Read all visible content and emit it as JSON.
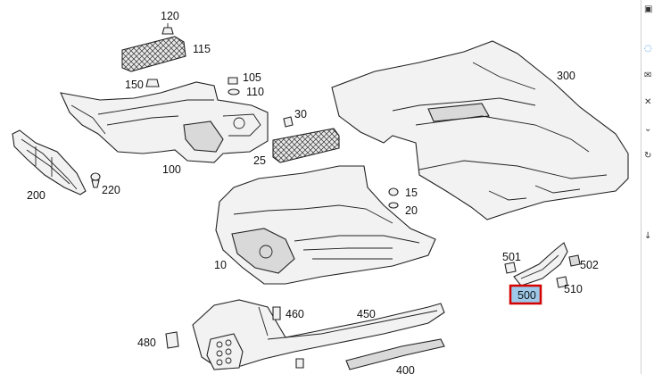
{
  "diagram": {
    "labels": {
      "p10": "10",
      "p15": "15",
      "p20": "20",
      "p25": "25",
      "p30": "30",
      "p100": "100",
      "p105": "105",
      "p110": "110",
      "p115": "115",
      "p120": "120",
      "p150": "150",
      "p200": "200",
      "p220": "220",
      "p300": "300",
      "p400": "400",
      "p450": "450",
      "p460": "460",
      "p480": "480",
      "p500": "500",
      "p501": "501",
      "p502": "502",
      "p510": "510"
    },
    "highlighted_part": "500",
    "highlight_color": "#9ec9e8",
    "highlight_border_color": "#d40000"
  },
  "sidebar": {
    "icons": [
      "window-icon",
      "info-icon",
      "mail-icon",
      "close-icon",
      "expand-icon",
      "refresh-icon",
      "down-icon"
    ]
  }
}
